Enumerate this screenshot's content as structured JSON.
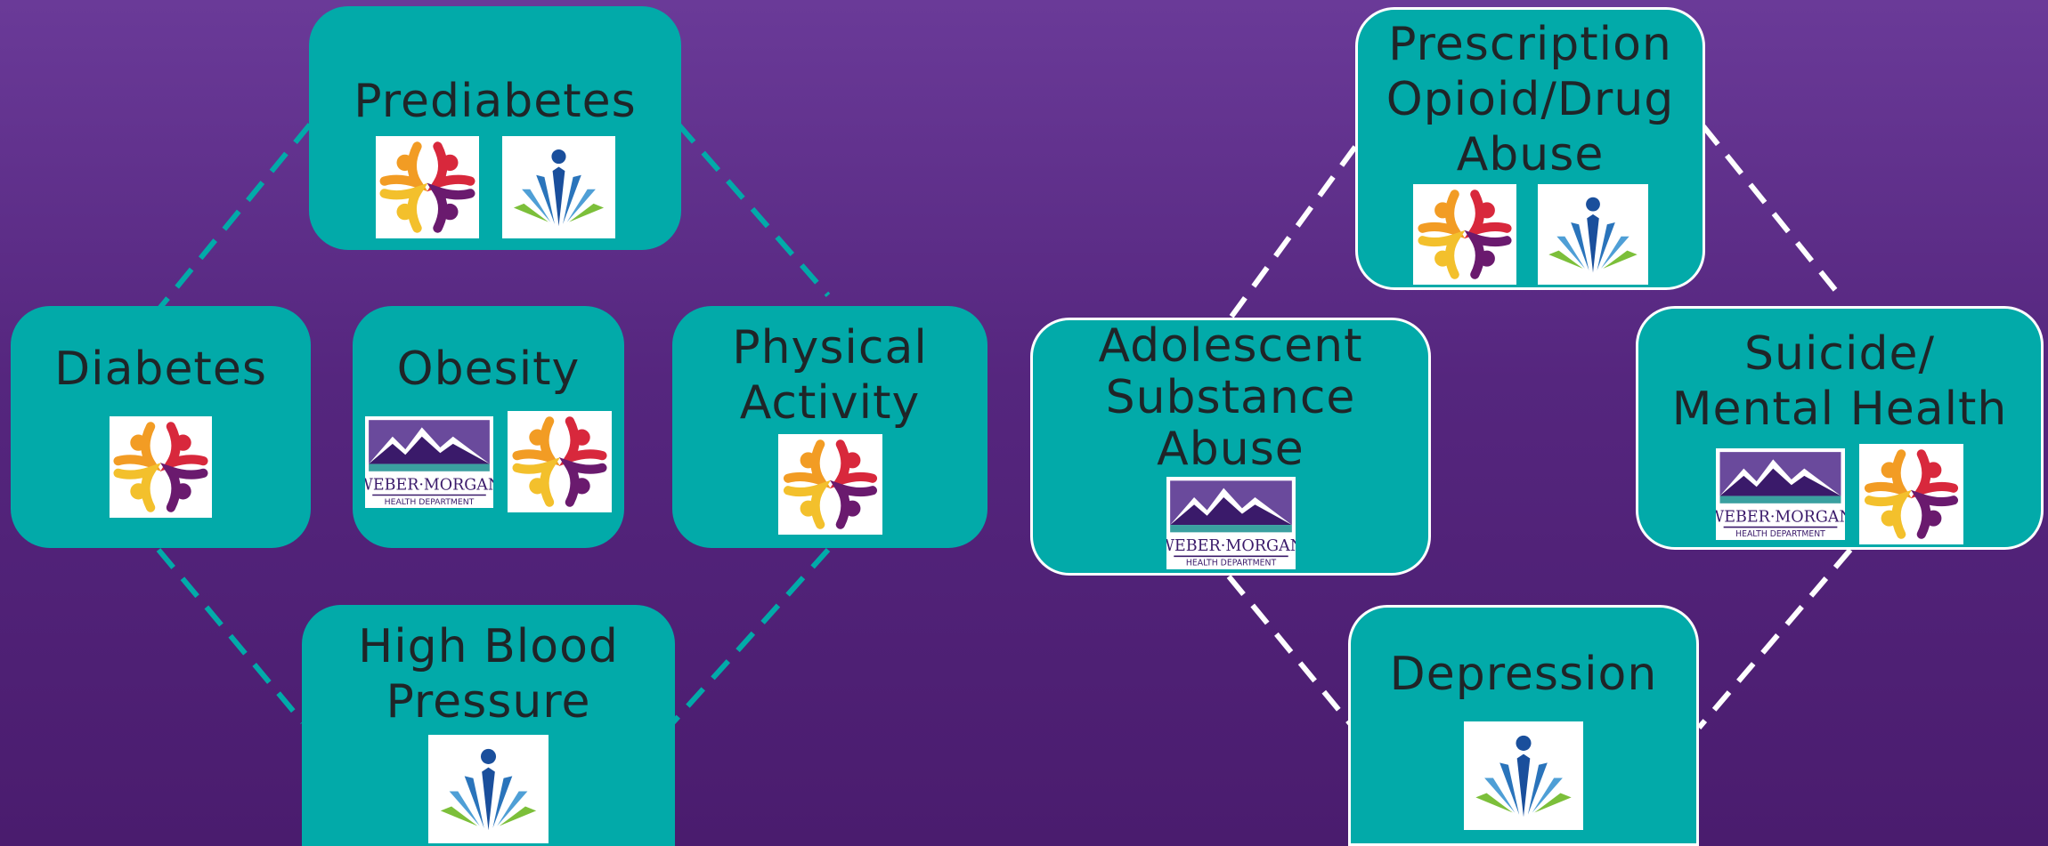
{
  "colors": {
    "background_top": "#6a3a98",
    "background_bottom": "#4a1c6e",
    "node_fill": "#02aaa9",
    "node_text": "#1f2528",
    "dash_left": "#02aaa9",
    "dash_right": "#ffffff"
  },
  "logos": {
    "community": "community-people-logo",
    "sprout": "sprout-figure-logo",
    "weber_morgan": {
      "icon": "weber-morgan-mountain-logo",
      "line1": "WEBER·MORGAN",
      "line2": "HEALTH DEPARTMENT"
    }
  },
  "nodes": {
    "prediabetes": {
      "label": "Prediabetes"
    },
    "diabetes": {
      "label": "Diabetes"
    },
    "obesity": {
      "label": "Obesity"
    },
    "physical_activity": {
      "label": "Physical\nActivity"
    },
    "high_blood_pressure": {
      "label": "High Blood\nPressure"
    },
    "prescription_opioid": {
      "label": "Prescription\nOpioid/Drug\nAbuse"
    },
    "adolescent_substance": {
      "label": "Adolescent\nSubstance\nAbuse"
    },
    "suicide_mental": {
      "label": "Suicide/\nMental Health"
    },
    "depression": {
      "label": "Depression"
    }
  }
}
